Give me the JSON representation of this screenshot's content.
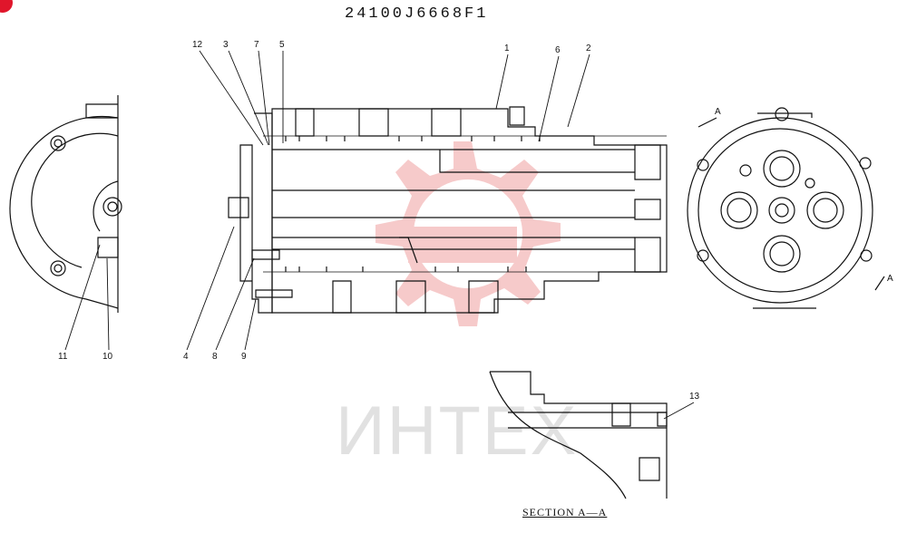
{
  "drawing": {
    "part_number": "24100J6668F1",
    "section_label": "SECTION A—A",
    "section_marker": "A",
    "watermark_text": "ИНТЕХ",
    "watermark_color": "#f0a0a0",
    "badge_color": "#e0162b"
  },
  "callouts": [
    {
      "id": "c12",
      "label": "12"
    },
    {
      "id": "c3",
      "label": "3"
    },
    {
      "id": "c7",
      "label": "7"
    },
    {
      "id": "c5",
      "label": "5"
    },
    {
      "id": "c1",
      "label": "1"
    },
    {
      "id": "c6",
      "label": "6"
    },
    {
      "id": "c2",
      "label": "2"
    },
    {
      "id": "c11",
      "label": "11"
    },
    {
      "id": "c10",
      "label": "10"
    },
    {
      "id": "c4",
      "label": "4"
    },
    {
      "id": "c8",
      "label": "8"
    },
    {
      "id": "c9",
      "label": "9"
    },
    {
      "id": "c13",
      "label": "13"
    }
  ]
}
